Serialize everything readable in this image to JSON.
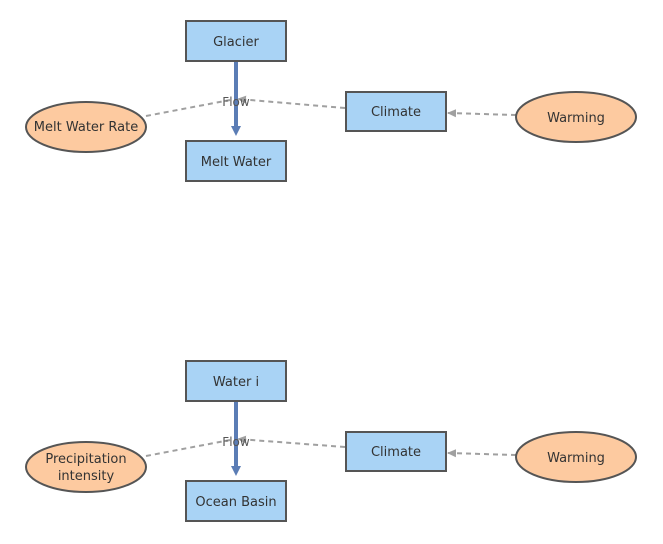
{
  "colors": {
    "box_fill": "#a9d3f5",
    "box_stroke": "#555555",
    "ellipse_fill": "#fdcaa0",
    "ellipse_stroke": "#555555",
    "flow_arrow": "#5b7db5",
    "dashed_link": "#a0a0a0"
  },
  "diagram1": {
    "stock_top": "Glacier",
    "stock_bottom": "Melt Water",
    "flow_label": "Flow",
    "converter": "Climate",
    "driver": "Warming",
    "rate": "Melt Water Rate"
  },
  "diagram2": {
    "stock_top": "Water i",
    "stock_bottom": "Ocean Basin",
    "flow_label": "Flow",
    "converter": "Climate",
    "driver": "Warming",
    "rate_line1": "Precipitation",
    "rate_line2": "intensity"
  }
}
